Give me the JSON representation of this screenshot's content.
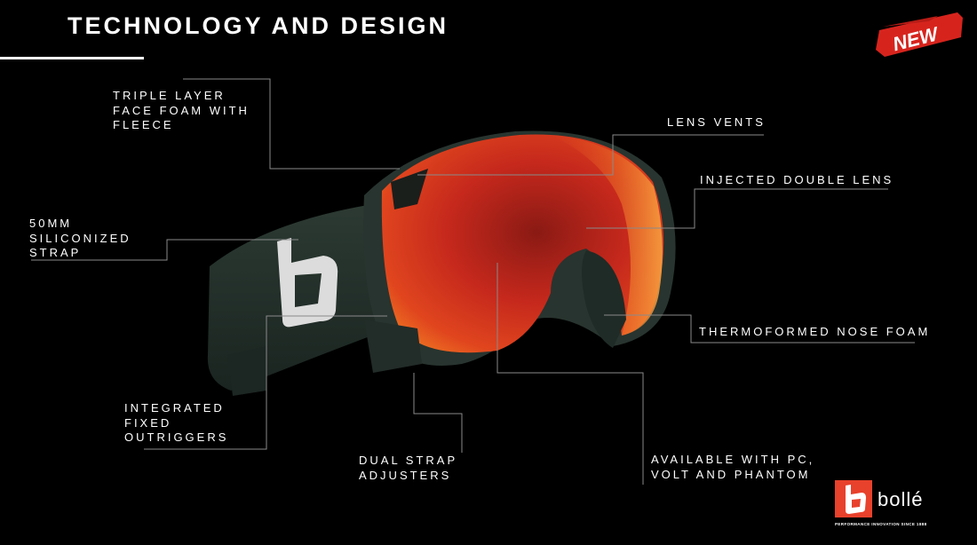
{
  "slide": {
    "title": "TECHNOLOGY AND DESIGN",
    "badge": "NEW"
  },
  "callouts": {
    "face_foam": "TRIPLE LAYER\nFACE FOAM WITH\nFLEECE",
    "strap": "50MM\nSILICONIZED\nSTRAP",
    "outriggers": "INTEGRATED\nFIXED\nOUTRIGGERS",
    "adjusters": "DUAL STRAP\nADJUSTERS",
    "lens_vents": "LENS VENTS",
    "double_lens": "INJECTED DOUBLE LENS",
    "nose_foam": "THERMOFORMED NOSE FOAM",
    "lens_options": "AVAILABLE WITH PC,\nVOLT AND PHANTOM"
  },
  "brand": {
    "name": "bollé",
    "tagline": "PERFORMANCE INNOVATION SINCE 1888",
    "accent_color": "#e8412c"
  }
}
